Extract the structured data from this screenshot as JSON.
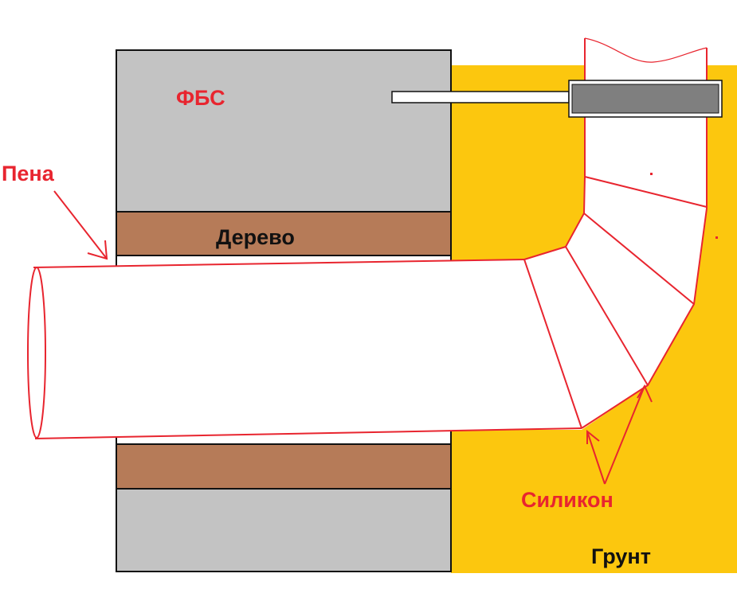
{
  "labels": {
    "fbs": "ФБС",
    "foam": "Пена",
    "wood": "Дерево",
    "silicone": "Силикон",
    "soil": "Грунт"
  },
  "colors": {
    "soil": "#fcc70e",
    "concrete": "#c3c3c3",
    "wood": "#b67b58",
    "pipe_outline": "#e8252f",
    "annotation": "#e8252f",
    "sensor_body": "#7f7f7f"
  }
}
